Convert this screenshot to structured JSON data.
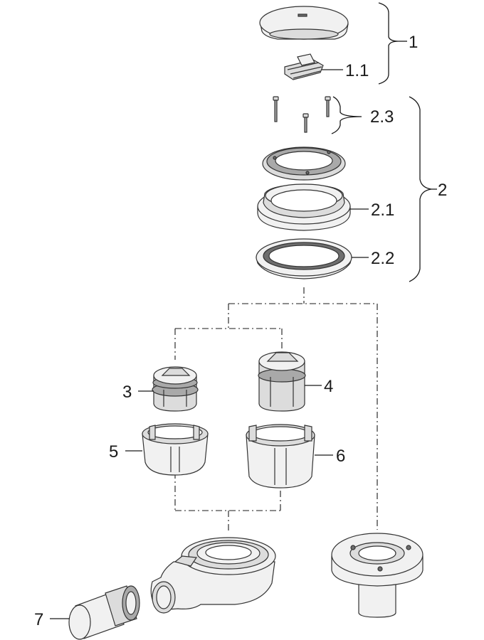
{
  "labels": {
    "l1": "1",
    "l1_1": "1.1",
    "l2": "2",
    "l2_1": "2.1",
    "l2_2": "2.2",
    "l2_3": "2.3",
    "l3": "3",
    "l4": "4",
    "l5": "5",
    "l6": "6",
    "l7": "7"
  }
}
